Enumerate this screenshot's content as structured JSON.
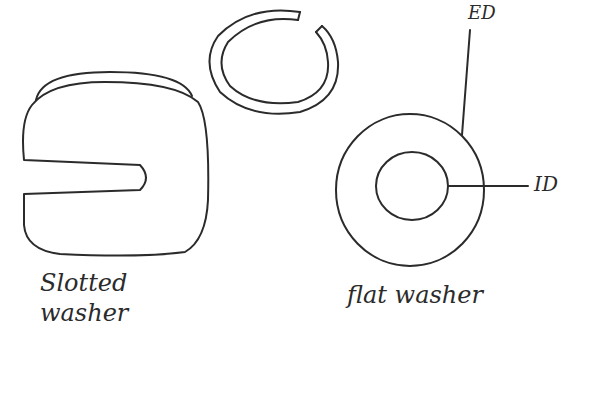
{
  "diagram": {
    "labels": [
      "Slotted washer",
      "flat washer",
      "ED",
      "ID"
    ]
  }
}
